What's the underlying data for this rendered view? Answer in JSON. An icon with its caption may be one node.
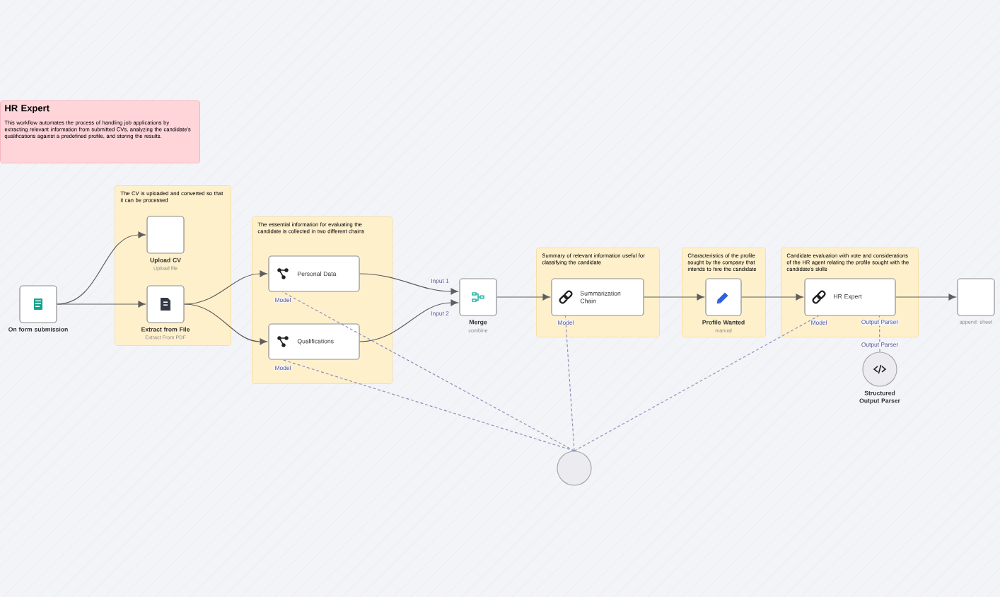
{
  "diagram": {
    "nodes": [
      {
        "text": [
          "HR Expert",
          "This workflow automates the process of handling job applications by extracting relevant information from submitted CVs, analyzing the candidate's qualifications against a predefined profile, and storing the results."
        ]
      },
      {
        "text": [
          "On form submission"
        ]
      },
      {
        "text": [
          "The CV is uploaded and converted so that it can be processed"
        ]
      },
      {
        "text": [
          "Upload CV"
        ],
        "in": 2,
        "beside": [
          "Upload file"
        ]
      },
      {
        "text": [
          "Extract from File"
        ],
        "in": 2,
        "beside": [
          "Extract From PDF"
        ]
      },
      {
        "text": [
          "The essential information for evaluating the candidate is collected in two different chains"
        ]
      },
      {
        "text": [
          "Personal Data"
        ],
        "in": 5
      },
      {
        "text": [
          "Qualifications"
        ],
        "in": 5
      },
      {
        "text": [
          "Merge"
        ],
        "beside": [
          "combine"
        ]
      },
      {
        "text": [
          "Summary of relevant information useful for classifying the candidate"
        ]
      },
      {
        "text": [
          "Summarization Chain"
        ],
        "in": 9
      },
      {
        "text": [
          "Characteristics of the profile sought by the company that intends to hire the candidate"
        ]
      },
      {
        "text": [
          "Profile Wanted"
        ],
        "in": 11,
        "beside": [
          "manual"
        ]
      },
      {
        "text": [
          "Candidate evaluation with vote and considerations of the HR agent relating the profile sought with the candidate's skills"
        ]
      },
      {
        "text": [
          "HR Expert"
        ],
        "in": 13
      },
      {
        "text": [],
        "shape": "box",
        "beside": [
          "append: sheet"
        ]
      },
      {
        "text": [
          "Structured Output Parser"
        ]
      },
      {
        "text": [],
        "shape": "circle"
      }
    ],
    "edges": [
      {
        "from": 1,
        "to": 3,
        "arrow": "to"
      },
      {
        "from": 1,
        "to": 4,
        "arrow": "to"
      },
      {
        "from": 4,
        "to": 6,
        "arrow": "to"
      },
      {
        "from": 4,
        "to": 7,
        "arrow": "to"
      },
      {
        "from": 6,
        "to": 8,
        "arrow": "to"
      },
      {
        "from": 7,
        "to": 8,
        "arrow": "to"
      },
      {
        "from": 8,
        "to": 10,
        "arrow": "to"
      },
      {
        "from": 10,
        "to": 12,
        "arrow": "to"
      },
      {
        "from": 12,
        "to": 14,
        "arrow": "to"
      },
      {
        "from": 14,
        "to": 15,
        "arrow": "to"
      },
      {
        "from": 17,
        "to": 6,
        "arrow": "none",
        "style": "dashed",
        "color": "#8b90b8"
      },
      {
        "from": 17,
        "to": 7,
        "arrow": "none",
        "style": "dashed",
        "color": "#8b90b8"
      },
      {
        "from": 17,
        "to": 10,
        "arrow": "none",
        "style": "dashed",
        "color": "#8b90b8"
      },
      {
        "from": 17,
        "to": 14,
        "arrow": "none",
        "style": "dashed",
        "color": "#8b90b8"
      },
      {
        "from": 16,
        "to": 14,
        "arrow": "none",
        "style": "dashed",
        "color": "#8b90b8"
      }
    ],
    "labels": [
      "Model",
      "Input 1",
      "Input 2",
      "Model",
      "Model",
      "Model",
      "Output Parser",
      "Output Parser"
    ]
  }
}
